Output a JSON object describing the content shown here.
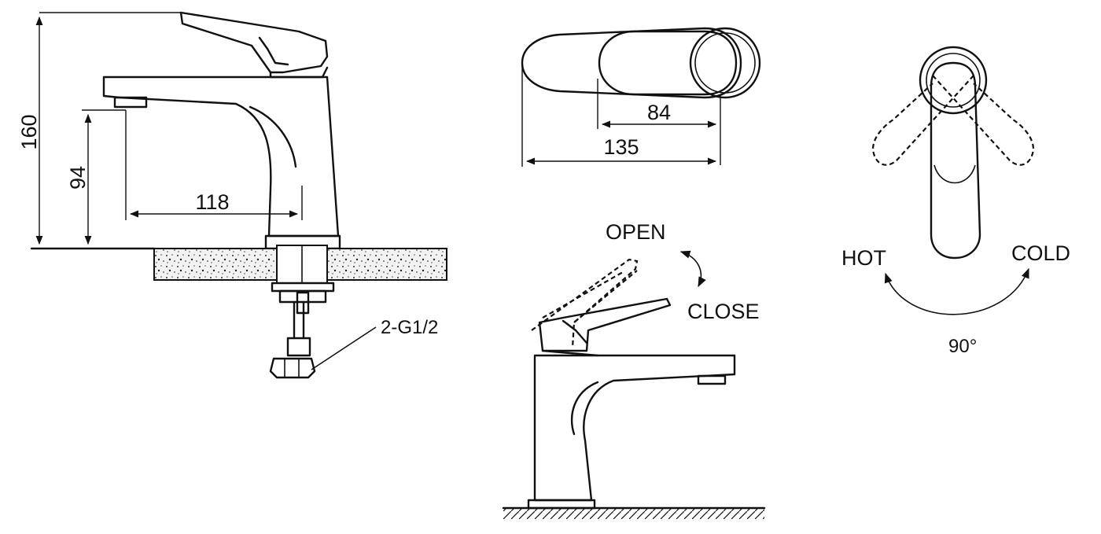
{
  "dimensions": {
    "overall_height": "160",
    "spout_height": "94",
    "spout_reach": "118",
    "handle_length": "84",
    "total_length": "135"
  },
  "connection_label": "2-G1/2",
  "operation": {
    "open": "OPEN",
    "close": "CLOSE",
    "hot": "HOT",
    "cold": "COLD",
    "angle": "90°"
  }
}
